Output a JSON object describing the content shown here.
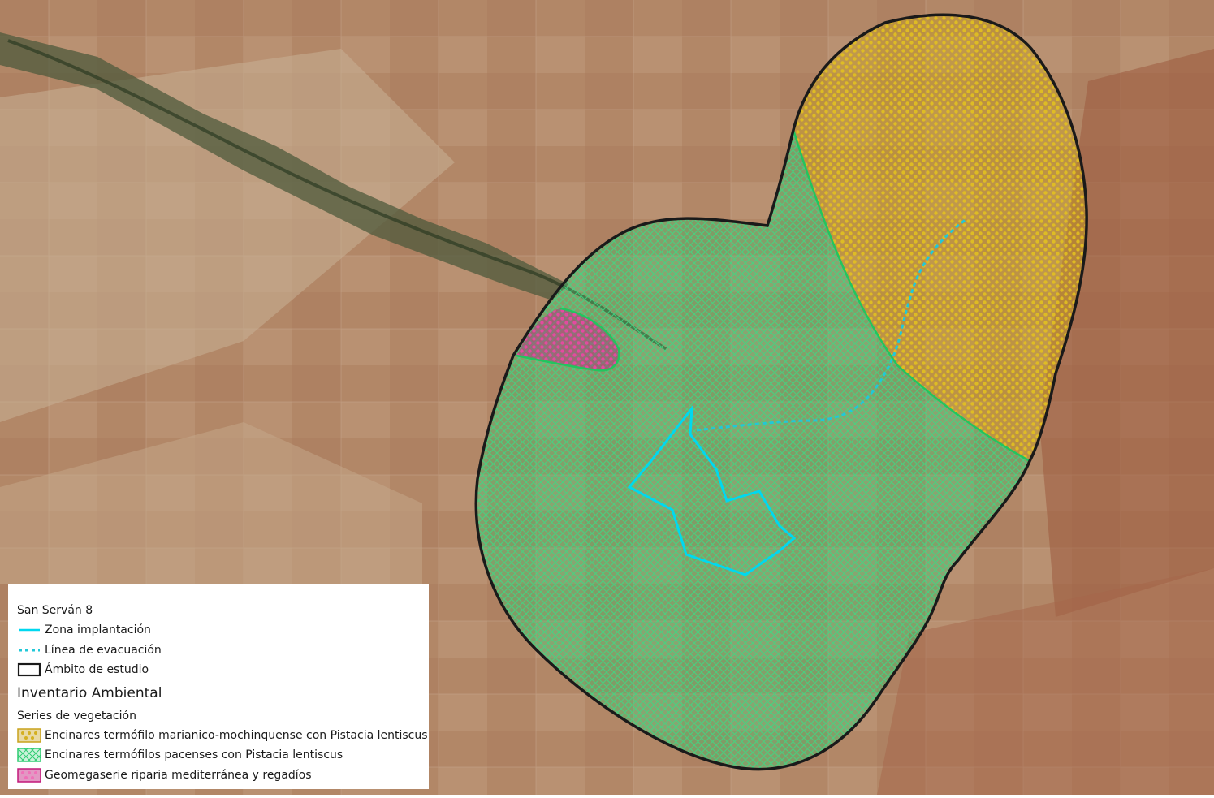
{
  "legend": {
    "project_title": "San Serván 8",
    "zona_implantacion": "Zona implantación",
    "linea_evacuacion": "Línea de evacuación",
    "ambito_estudio": "Ámbito de estudio",
    "inventario_title": "Inventario Ambiental",
    "series_subtitle": "Series de vegetación",
    "series_items": [
      "Encinares termófilo marianico-mochinquense con Pistacia lentiscus",
      "Encinares termófilos pacenses con Pistacia lentiscus",
      "Geomegaserie riparia mediterránea y regadíos"
    ]
  },
  "colors": {
    "zona_implantacion": "#00d8f0",
    "linea_evacuacion": "#21c8d8",
    "ambito_estudio": "#1a1a1a",
    "encinares_marianico": "#d4b020",
    "encinares_pacenses": "#2ecc71",
    "geomegaserie": "#c2187a"
  },
  "icons": [
    "line-symbol",
    "dashed-line-symbol",
    "rectangle-outline-symbol",
    "dot-pattern-symbol",
    "crosshatch-pattern-symbol"
  ]
}
